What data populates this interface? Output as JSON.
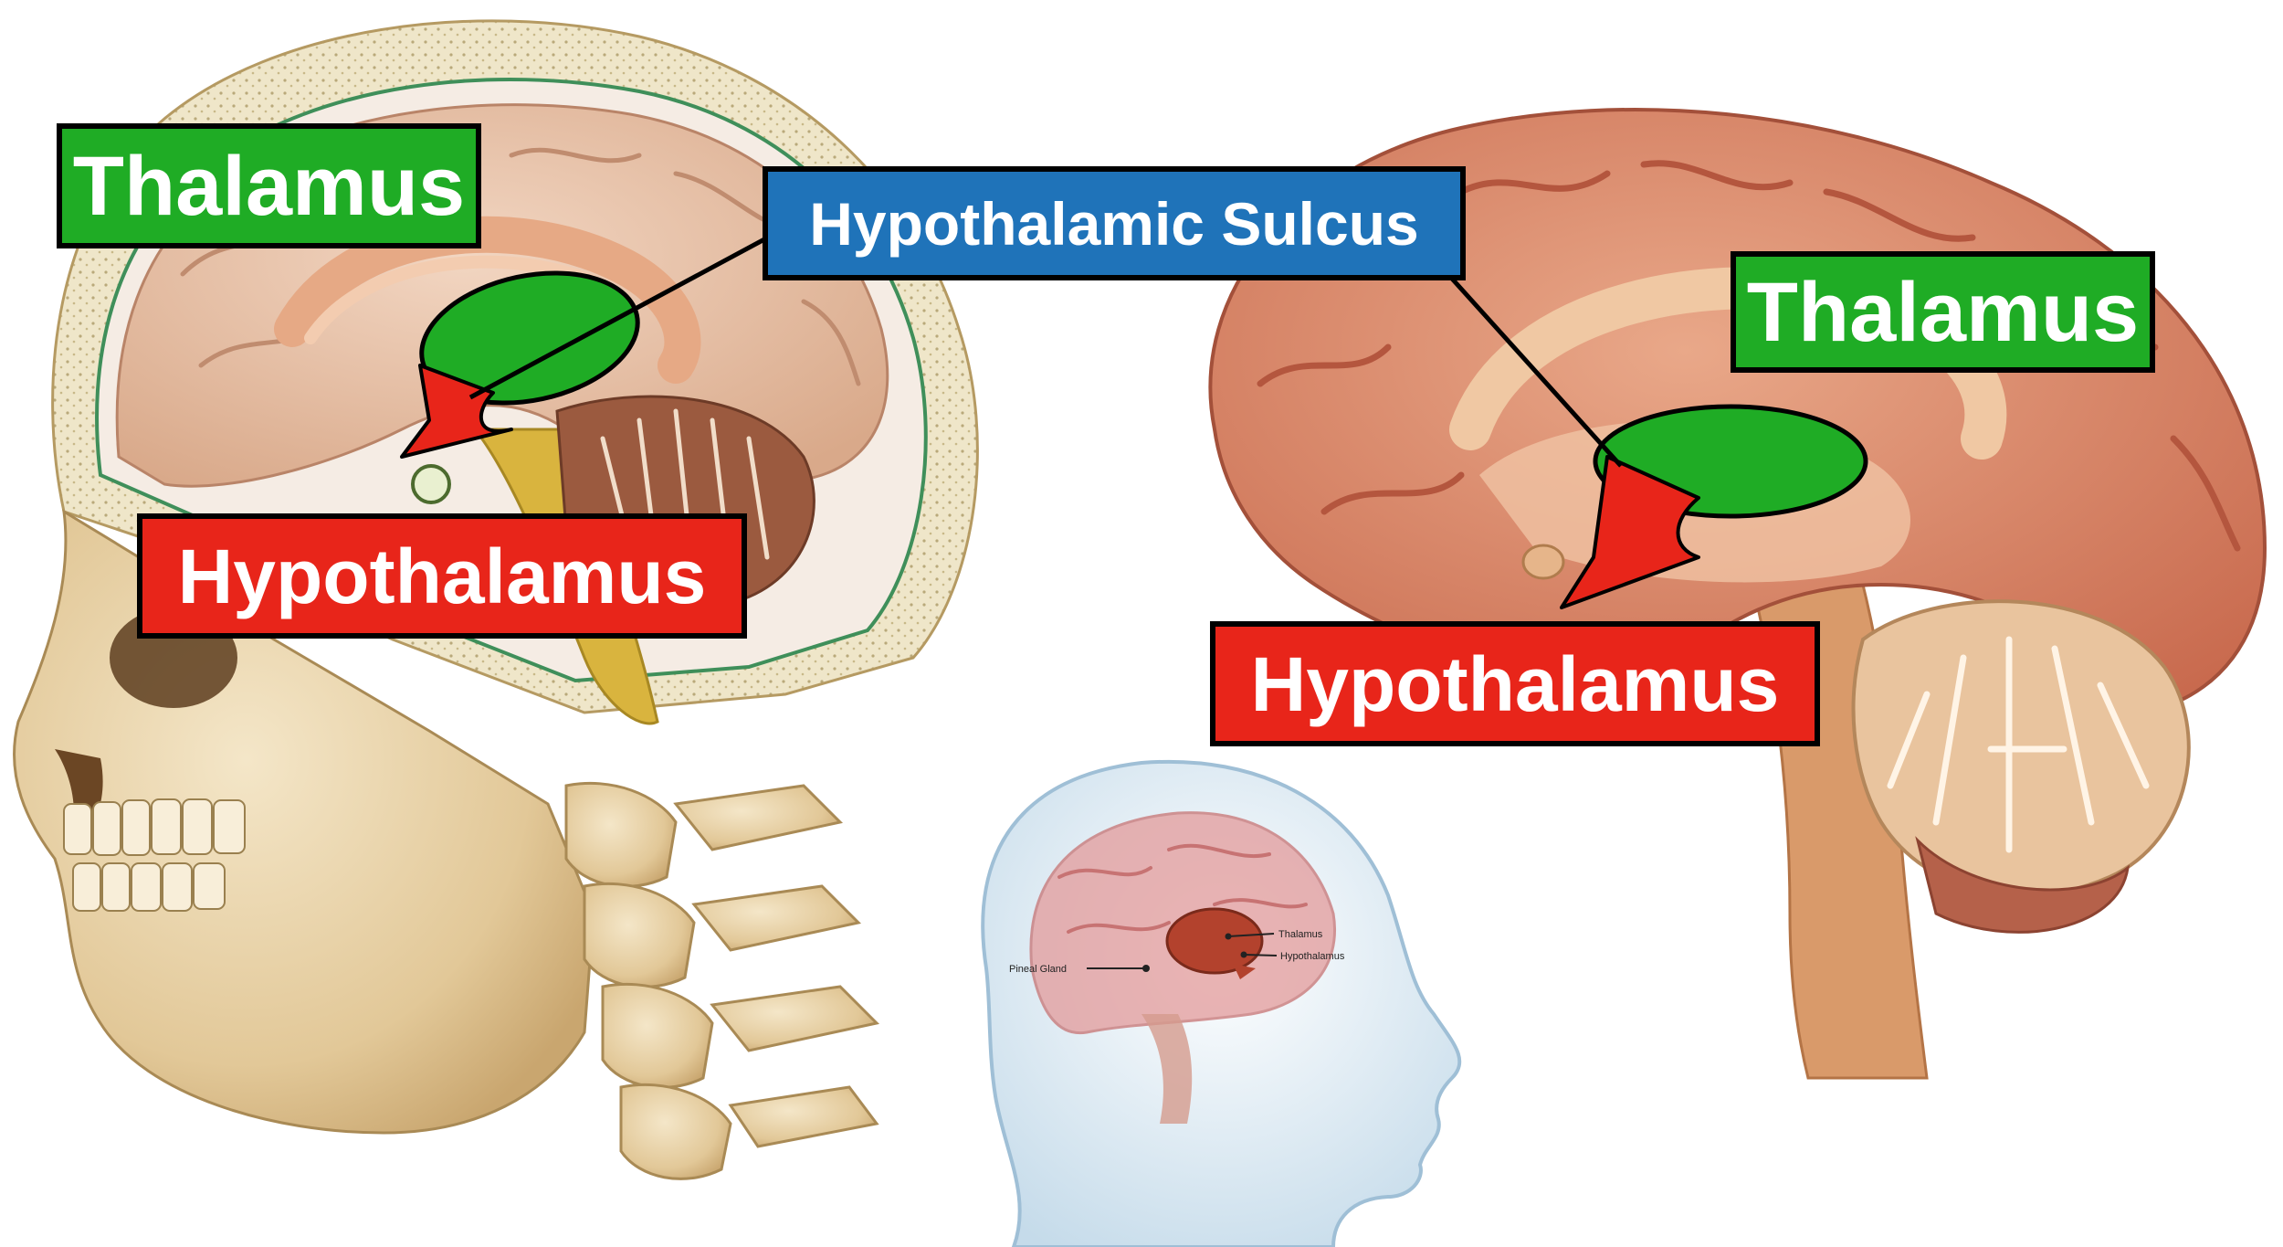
{
  "labels": {
    "left_thalamus": "Thalamus",
    "left_hypothalamus": "Hypothalamus",
    "sulcus": "Hypothalamic Sulcus",
    "right_thalamus": "Thalamus",
    "right_hypothalamus": "Hypothalamus"
  },
  "inset": {
    "thalamus": "Thalamus",
    "hypothalamus": "Hypothalamus",
    "pineal_gland": "Pineal Gland"
  },
  "colors": {
    "thalamus_green": "#1fac25",
    "hypothalamus_red": "#e8251a",
    "sulcus_blue": "#1f73b9"
  }
}
